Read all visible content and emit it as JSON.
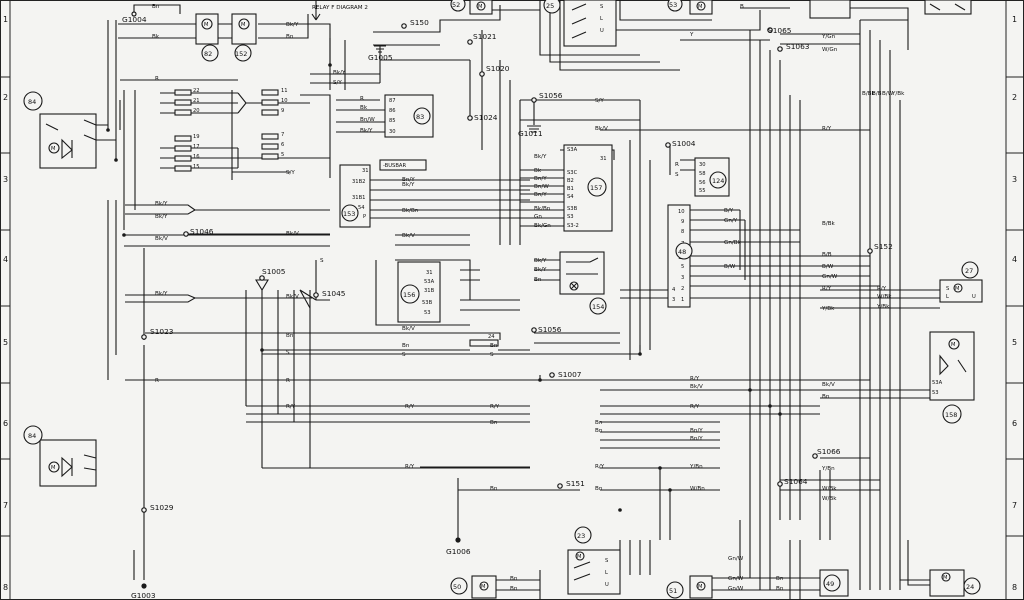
{
  "diagram": {
    "header_note": "RELAY F DIAGRAM 2",
    "row_numbers": [
      "1",
      "2",
      "3",
      "4",
      "5",
      "6",
      "7",
      "8"
    ],
    "grounds": [
      "G1004",
      "G1005",
      "G1011",
      "G1006",
      "G1003"
    ],
    "splices": [
      "S150",
      "S1021",
      "S1020",
      "S1056",
      "S1024",
      "S1065",
      "S1063",
      "S1004",
      "S1046",
      "S1005",
      "S1045",
      "S1023",
      "S1056",
      "S1007",
      "S152",
      "S1066",
      "S1064",
      "S151",
      "S1029"
    ],
    "components": [
      "84",
      "82",
      "152",
      "83",
      "153",
      "157",
      "124",
      "156",
      "154",
      "25",
      "52",
      "53",
      "48",
      "27",
      "158",
      "23",
      "50",
      "51",
      "49",
      "24"
    ],
    "fuses": [
      "22",
      "21",
      "20",
      "19",
      "17",
      "16",
      "15",
      "11",
      "10",
      "9",
      "7",
      "6",
      "5",
      "24"
    ],
    "relay_labels": {
      "r83": [
        "87",
        "86",
        "85",
        "30"
      ],
      "r153": [
        "31",
        "31B2",
        "31B1",
        "54",
        "P"
      ],
      "r153_tag": "-BUSBAR",
      "r157_left": [
        "S3A",
        "S3C",
        "B2",
        "B1",
        "S4",
        "S3B",
        "S3",
        "S3-2"
      ],
      "r157_top": [
        "31"
      ],
      "r124": [
        "30",
        "58",
        "56",
        "55"
      ],
      "r48": [
        "10",
        "9",
        "8",
        "7",
        "6",
        "11",
        "5",
        "3",
        "2",
        "1",
        "4",
        "3"
      ],
      "r156": [
        "31",
        "53A",
        "31B",
        "53B",
        "53"
      ],
      "r27": [
        "S",
        "L",
        "U"
      ],
      "r158": [
        "53A",
        "53"
      ],
      "r25": [
        "S",
        "L",
        "U"
      ],
      "r23": [
        "S",
        "L",
        "U"
      ]
    },
    "wire_labels": [
      "Bn",
      "Bk",
      "Bk/Y",
      "Bn",
      "Bk/Y",
      "Bk/Y",
      "Bn/Y",
      "S/Y",
      "R",
      "Bk",
      "Bn/W",
      "Bk/Y",
      "S/Y",
      "R",
      "Bk",
      "Bn/Y",
      "Bn/W",
      "Bk/Bn",
      "Bk/Y",
      "Bk/Y",
      "Bk/V",
      "Bk/Y",
      "Bk/V",
      "Bk/V",
      "Bn",
      "R",
      "S",
      "Bk/V",
      "Bn",
      "S",
      "Bk/V",
      "Bn",
      "S",
      "S",
      "R/Y",
      "R/Y",
      "R",
      "R/Y",
      "R/Y",
      "Bn",
      "Bn",
      "Bn",
      "Bn",
      "R/Y",
      "Bn",
      "Bk/Y",
      "Bk/Y",
      "Gn",
      "Bk/Gn",
      "Bk/Y",
      "Bn/Y",
      "Bk/Bn",
      "S/Y",
      "Bk/V",
      "R",
      "S",
      "Bn",
      "Y",
      "W/Gn",
      "Y/Gn",
      "R/Y",
      "B/Y",
      "Gn/Y",
      "B/Bk",
      "Gn/Bk",
      "B/W",
      "B/B",
      "B/W",
      "Gn/W",
      "R/Y",
      "R/Y",
      "Bk/V",
      "Bk/V",
      "Bn",
      "Bn/Y",
      "Bn/Y",
      "Y/Bn",
      "W/Bn",
      "Y/Bn",
      "W/Bk",
      "R/Y",
      "W/Bk",
      "Y/Bk",
      "R/Y",
      "W/Bk",
      "Y/Bk",
      "Bn",
      "Bn",
      "Bn",
      "Gn/W",
      "Gn/W",
      "Bn",
      "Gn/W",
      "B/Bk",
      "B/B",
      "B/W",
      "Y/Bk",
      "B"
    ]
  }
}
